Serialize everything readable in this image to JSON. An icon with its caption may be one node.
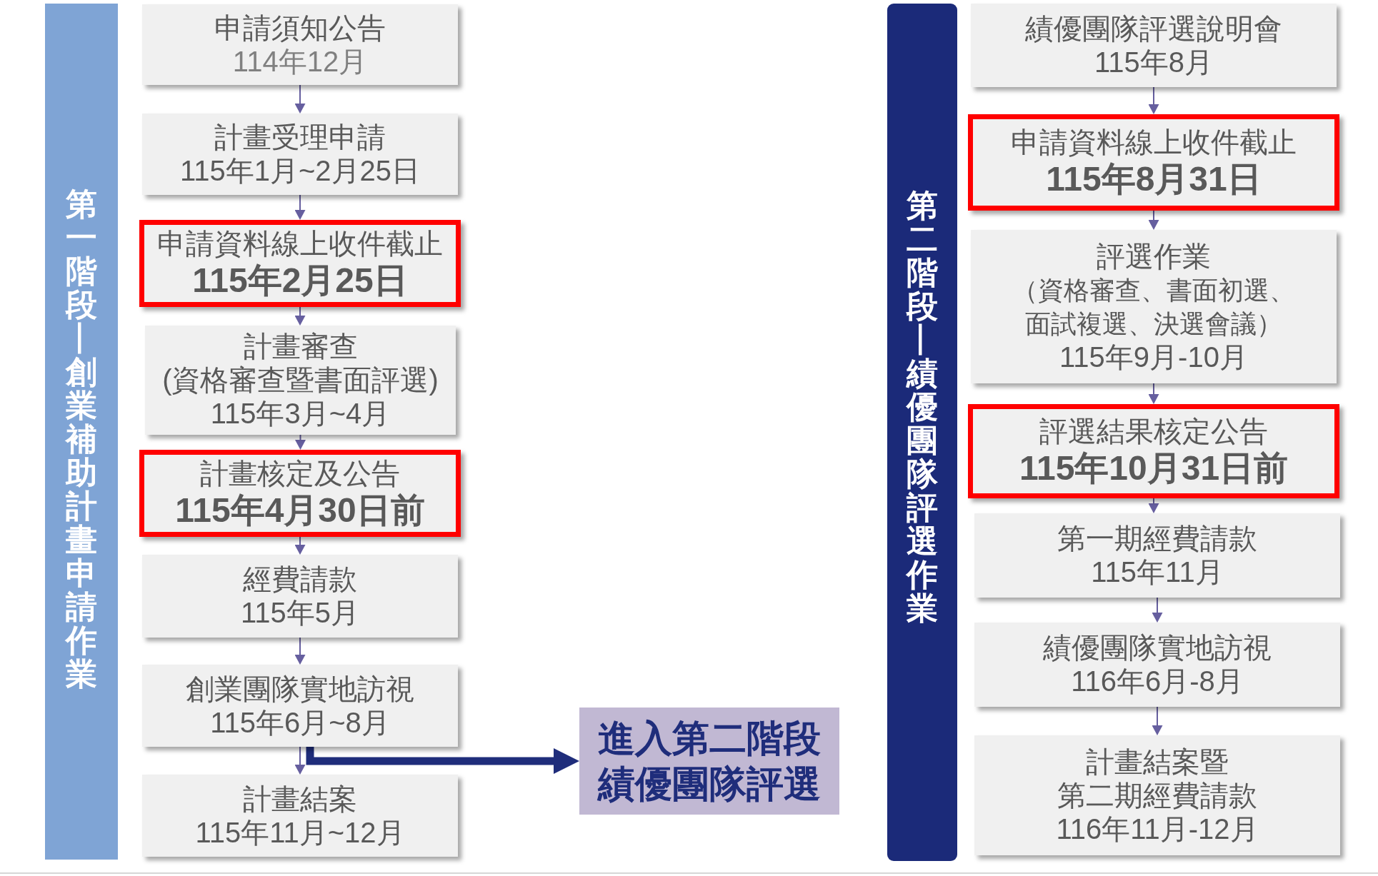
{
  "diagram": {
    "nodes": [
      {
        "text": [
          "第一階段—創業補助計畫申請作業"
        ]
      },
      {
        "text": [
          "申請須知公告",
          "114年12月"
        ]
      },
      {
        "text": [
          "計畫受理申請",
          "115年1月~2月25日"
        ]
      },
      {
        "text": [
          "申請資料線上收件截止",
          "115年2月25日"
        ]
      },
      {
        "text": [
          "計畫審查",
          "(資格審查暨書面評選)",
          "115年3月~4月"
        ]
      },
      {
        "text": [
          "計畫核定及公告",
          "115年4月30日前"
        ]
      },
      {
        "text": [
          "經費請款",
          "115年5月"
        ]
      },
      {
        "text": [
          "創業團隊實地訪視",
          "115年6月~8月"
        ]
      },
      {
        "text": [
          "計畫結案",
          "115年11月~12月"
        ]
      },
      {
        "text": [
          "進入第二階段績優團隊評選"
        ]
      },
      {
        "text": [
          "第二階段—績優團隊評選作業"
        ]
      },
      {
        "text": [
          "績優團隊評選說明會",
          "115年8月"
        ]
      },
      {
        "text": [
          "申請資料線上收件截止",
          "115年8月31日"
        ]
      },
      {
        "text": [
          "評選作業",
          "（資格審查、書面初選、面試複選、決選會議）",
          "115年9月-10月"
        ]
      },
      {
        "text": [
          "評選結果核定公告",
          "115年10月31日前"
        ]
      },
      {
        "text": [
          "第一期經費請款",
          "115年11月"
        ]
      },
      {
        "text": [
          "績優團隊實地訪視",
          "116年6月-8月"
        ]
      },
      {
        "text": [
          "計畫結案暨",
          "第二期經費請款",
          "116年11月-12月"
        ]
      }
    ],
    "edges": [
      {
        "from": 1,
        "to": 2,
        "arrow": "to"
      },
      {
        "from": 2,
        "to": 3,
        "arrow": "to"
      },
      {
        "from": 3,
        "to": 4,
        "arrow": "to"
      },
      {
        "from": 4,
        "to": 5,
        "arrow": "to"
      },
      {
        "from": 5,
        "to": 6,
        "arrow": "to"
      },
      {
        "from": 6,
        "to": 7,
        "arrow": "to"
      },
      {
        "from": 7,
        "to": 8,
        "arrow": "to"
      },
      {
        "from": 7,
        "to": 9,
        "arrow": "to",
        "style": "thick",
        "color": "#1f2d7b"
      },
      {
        "from": 11,
        "to": 12,
        "arrow": "to"
      },
      {
        "from": 12,
        "to": 13,
        "arrow": "to"
      },
      {
        "from": 13,
        "to": 14,
        "arrow": "to"
      },
      {
        "from": 14,
        "to": 15,
        "arrow": "to"
      },
      {
        "from": 15,
        "to": 16,
        "arrow": "to"
      },
      {
        "from": 16,
        "to": 17,
        "arrow": "to"
      }
    ]
  }
}
